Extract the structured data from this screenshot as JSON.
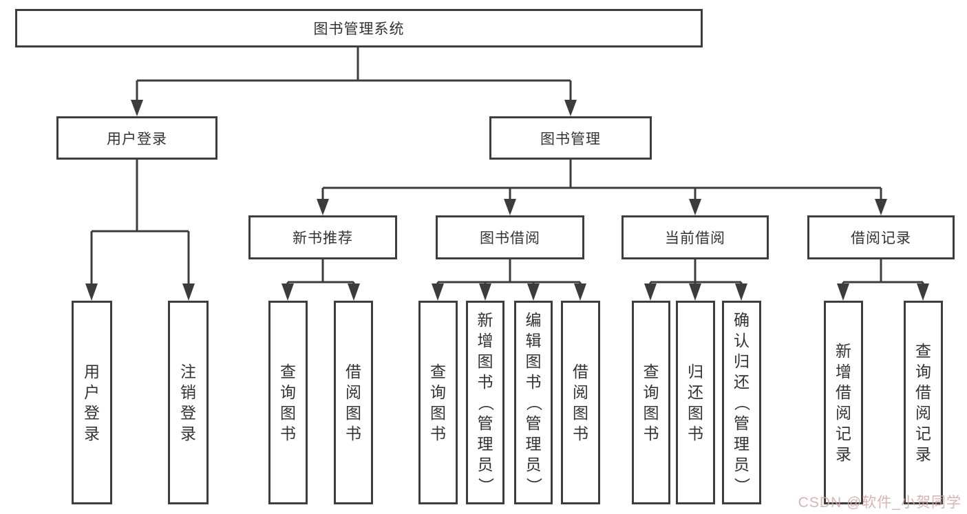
{
  "diagram": {
    "root": {
      "label": "图书管理系统"
    },
    "branches": [
      {
        "label": "用户登录",
        "children": [
          {
            "label": "用户登录"
          },
          {
            "label": "注销登录"
          }
        ]
      },
      {
        "label": "图书管理",
        "children": [
          {
            "label": "新书推荐",
            "children": [
              {
                "label": "查询图书"
              },
              {
                "label": "借阅图书"
              }
            ]
          },
          {
            "label": "图书借阅",
            "children": [
              {
                "label": "查询图书"
              },
              {
                "label": "新增图书（管理员）"
              },
              {
                "label": "编辑图书（管理员）"
              },
              {
                "label": "借阅图书"
              }
            ]
          },
          {
            "label": "当前借阅",
            "children": [
              {
                "label": "查询图书"
              },
              {
                "label": "归还图书"
              },
              {
                "label": "确认归还（管理员）"
              }
            ]
          },
          {
            "label": "借阅记录",
            "children": [
              {
                "label": "新增借阅记录"
              },
              {
                "label": "查询借阅记录"
              }
            ]
          }
        ]
      }
    ]
  },
  "watermark": {
    "text": "CSDN @软件_小贺同学",
    "color": "#d4a6a6"
  },
  "line_color": "#3c3c3c"
}
